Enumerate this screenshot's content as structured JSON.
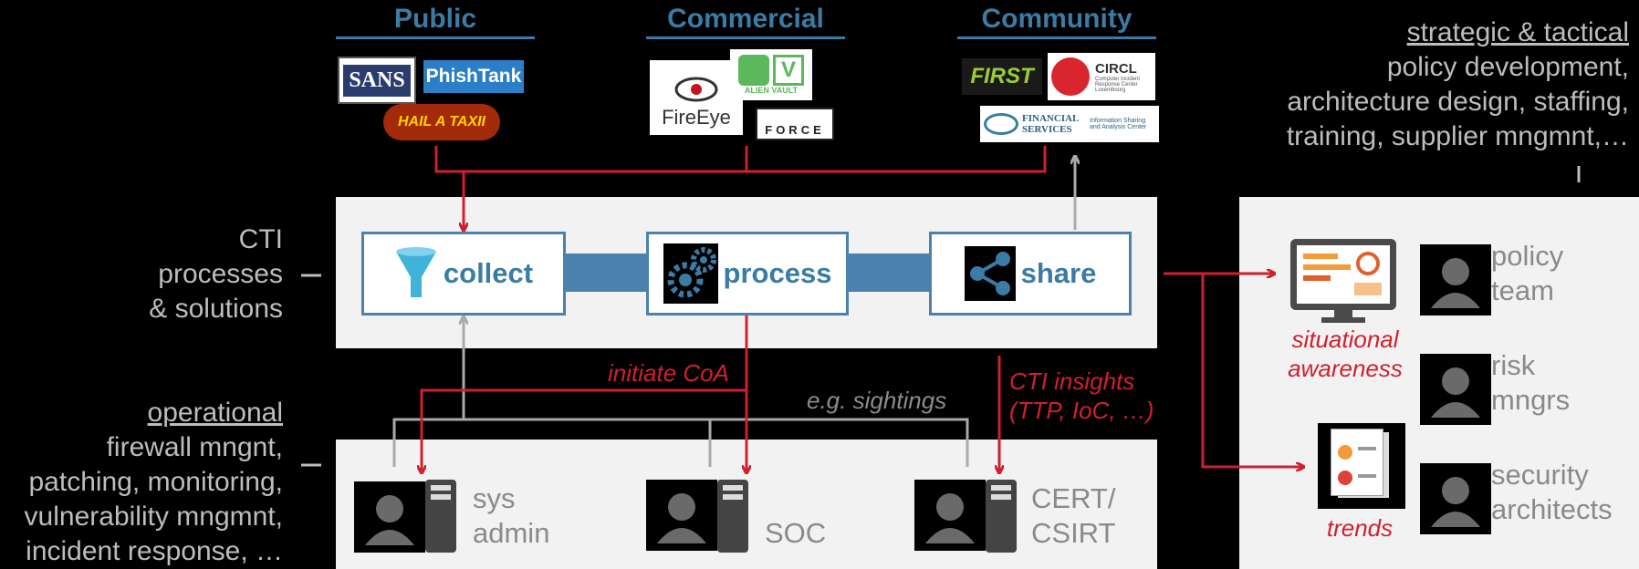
{
  "categories": [
    {
      "label": "Public"
    },
    {
      "label": "Commercial"
    },
    {
      "label": "Community"
    }
  ],
  "logos": {
    "sans": "SANS",
    "phishtank": "PhishTank",
    "hailataxii": "HAIL A TAXII",
    "alienvault": "ALIEN VAULT",
    "fireeye": "FireEye",
    "xforce": "FORCE",
    "first": "FIRST",
    "circl": "CIRCL",
    "circl_sub": "Computer Incident Response Center Luxembourg",
    "fs": "FINANCIAL SERVICES",
    "fs_sub": "Information Sharing and Analysis Center"
  },
  "left_labels": {
    "cti": [
      "CTI",
      "processes",
      "& solutions"
    ],
    "operational_title": "operational",
    "operational_lines": [
      "firewall mngnt,",
      "patching, monitoring,",
      "vulnerability mngmnt,",
      "incident response, …"
    ]
  },
  "right_top": {
    "title": "strategic & tactical",
    "lines": [
      "policy development,",
      "architecture design, staffing,",
      "training, supplier mngmnt,…"
    ]
  },
  "processes": [
    {
      "label": "collect"
    },
    {
      "label": "process"
    },
    {
      "label": "share"
    }
  ],
  "annotations": {
    "initiate_coa": "initiate CoA",
    "sightings": "e.g. sightings",
    "cti_insights_1": "CTI insights",
    "cti_insights_2": "(TTP, IoC, …)",
    "situational_1": "situational",
    "situational_2": "awareness",
    "trends": "trends"
  },
  "roles_bottom": [
    {
      "line1": "sys",
      "line2": "admin"
    },
    {
      "line1": "",
      "line2": "SOC"
    },
    {
      "line1": "CERT/",
      "line2": "CSIRT"
    }
  ],
  "roles_right": [
    {
      "line1": "policy",
      "line2": "team"
    },
    {
      "line1": "risk",
      "line2": "mngrs"
    },
    {
      "line1": "security",
      "line2": "architects"
    }
  ],
  "colors": {
    "accent_blue": "#3a7ca5",
    "accent_red": "#d0202e",
    "panel": "#f2f2f2"
  }
}
